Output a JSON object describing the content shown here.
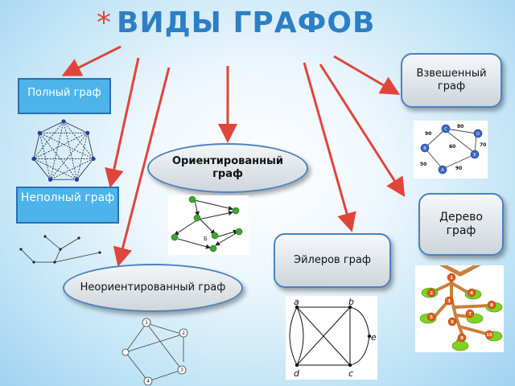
{
  "title": "ВИДЫ ГРАФОВ",
  "title_marker": "*",
  "boxes": {
    "complete": "Полный граф",
    "incomplete": "Неполный граф",
    "directed": "Ориентированный граф",
    "undirected": "Неориентированный граф",
    "weighted": "Взвешенный граф",
    "tree": "Дерево граф",
    "euler": "Эйлеров граф"
  },
  "weighted_graph": {
    "nodes": [
      "C",
      "D",
      "B",
      "E",
      "A"
    ],
    "weights": [
      "80",
      "90",
      "70",
      "60",
      "50",
      "90"
    ]
  },
  "directed_graph": {
    "label": "Б"
  },
  "undirected_graph": {
    "nodes": [
      "1",
      "2",
      "3",
      "4"
    ]
  },
  "euler_graph": {
    "nodes": [
      "a",
      "b",
      "e",
      "d",
      "c"
    ]
  },
  "tree_graph": {
    "nodes": [
      "1",
      "2",
      "4",
      "3",
      "8",
      "7",
      "5",
      "6",
      "10",
      "9"
    ]
  },
  "colors": {
    "title": "#2d7fc4",
    "arrow": "#e0453b",
    "box_fill": "#4cb4ea",
    "border": "#4a82c0",
    "leaf": "#7ed321",
    "trunk": "#c8813a"
  }
}
